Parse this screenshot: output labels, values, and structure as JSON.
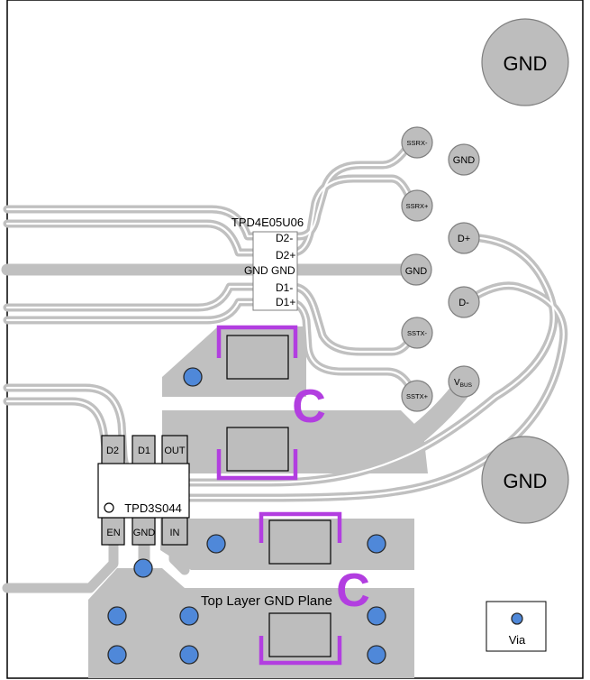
{
  "labels": {
    "gnd_pad_top": "GND",
    "gnd_pad_bottom": "GND",
    "ssrx_minus": "SSRX-",
    "ssrx_plus": "SSRX+",
    "gnd_small": "GND",
    "gnd_mid": "GND",
    "d_plus": "D+",
    "d_minus": "D-",
    "sstx_minus": "SSTX-",
    "sstx_plus": "SSTX+",
    "vbus_v": "V",
    "vbus_sub": "BUS",
    "tpd4_name": "TPD4E05U06",
    "tpd4_d2m": "D2-",
    "tpd4_d2p": "D2+",
    "tpd4_gnd_left": "GND",
    "tpd4_gnd_right": "GND",
    "tpd4_d1m": "D1-",
    "tpd4_d1p": "D1+",
    "tpd3_name": "TPD3S044",
    "tpd3_d2": "D2",
    "tpd3_d1": "D1",
    "tpd3_out": "OUT",
    "tpd3_en": "EN",
    "tpd3_gnd": "GND",
    "tpd3_in": "IN",
    "gnd_plane": "Top Layer GND Plane",
    "legend_via": "Via",
    "cap_symbol": "C"
  },
  "colors": {
    "trace": "#c0c0c0",
    "via": "#4f88d9",
    "capacitor_outline": "#b23ee0",
    "pad": "#bdbdbd"
  }
}
